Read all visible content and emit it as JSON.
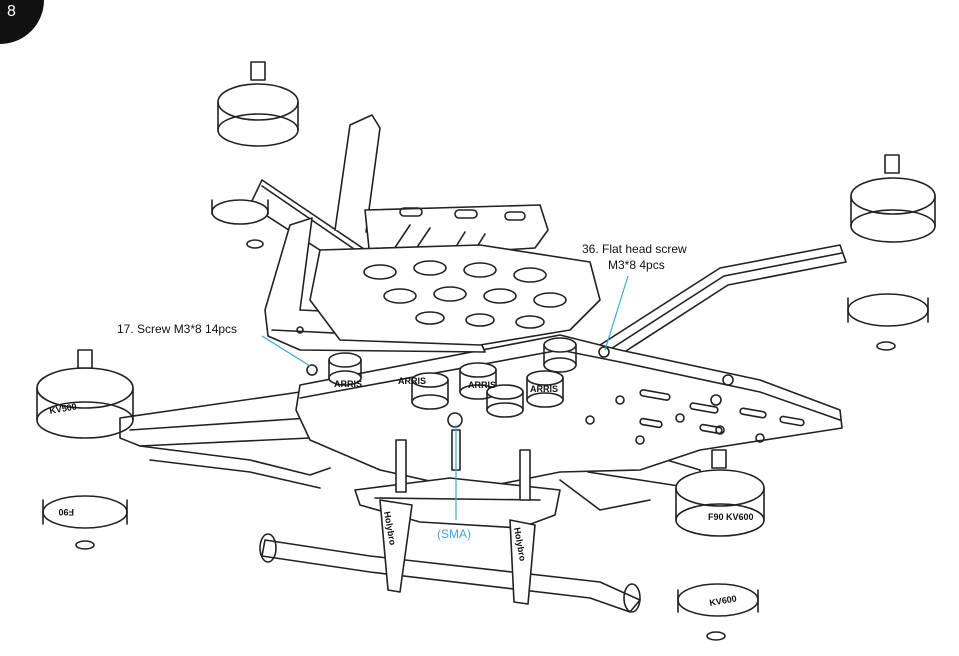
{
  "step": {
    "number": "8"
  },
  "callouts": {
    "flat_head_screw": {
      "line1": "36. Flat head screw",
      "line2": "M3*8  4pcs"
    },
    "screw": {
      "text": "17. Screw  M3*8  14pcs"
    },
    "sma": {
      "text": "(SMA)"
    }
  },
  "stamps": {
    "arris": "ARRIS",
    "holybro": "Holybro",
    "motor_f90": "F90  KV600",
    "motor_kv500": "KV500",
    "motor_f90_b": "F90",
    "motor_kv600": "KV600"
  },
  "colors": {
    "line": "#222222",
    "callout_blue": "#3aa7dc",
    "badge": "#111111"
  }
}
